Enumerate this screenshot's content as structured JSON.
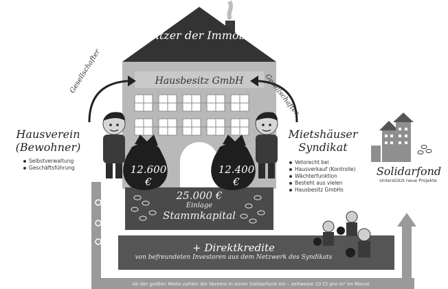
{
  "house": {
    "roof_title": "Besitzer der Immobilie",
    "gmbh_title": "Hausbesitz GmbH",
    "left_role": "Gesellschafter",
    "right_role": "Gesellschafter"
  },
  "hausverein": {
    "title": "Hausverein (Bewohner)",
    "bullets": [
      "Selbstverwaltung",
      "Geschäftsführung"
    ],
    "contribution_amount": "12.600",
    "contribution_currency": "€"
  },
  "syndikat": {
    "title": "Mietshäuser Syndikat",
    "bullets": [
      "Vetorecht bei",
      "Hausverkauf (Kontrolle)",
      "Wächterfunktion",
      "Besteht aus vielen",
      "Hausbesitz GmbHs"
    ],
    "contribution_amount": "12.400",
    "contribution_currency": "€"
  },
  "stammkapital": {
    "amount": "25.000 €",
    "label_small": "Einlage",
    "label_big": "Stammkapital"
  },
  "direktkredite": {
    "title": "+ Direktkredite",
    "subtitle": "von befreundeten Investoren aus dem Netzwerk des Syndikats"
  },
  "solidarfond": {
    "title": "Solidarfond",
    "subtitle": "Unterstützt neue Projekte"
  },
  "footer": {
    "text": "Ab der großen Miete zahlen die Vereine in einen Solidarfond ein – zeitweise 10 Ct pro m² im Monat"
  }
}
